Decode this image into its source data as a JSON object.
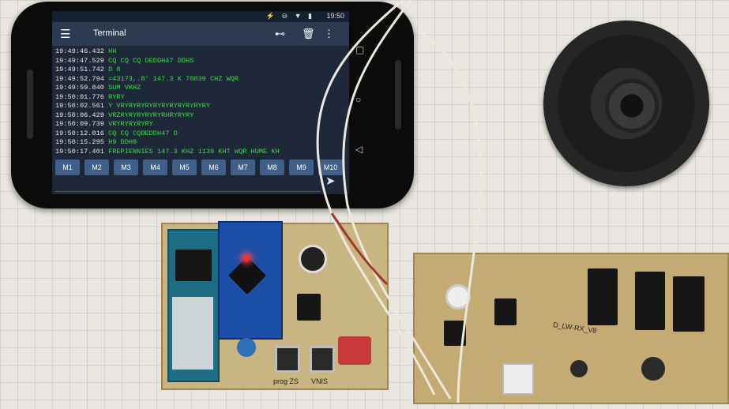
{
  "status": {
    "time": "19:50",
    "icons": "⚡ ⊖ ▼ ▮"
  },
  "app": {
    "title": "Terminal",
    "menu_icon": "menu-icon",
    "connect_icon": "plug-icon",
    "delete_icon": "trash-icon",
    "more_icon": "more-icon"
  },
  "log": [
    {
      "ts": "19:49:46.432",
      "msg": "HH"
    },
    {
      "ts": "19:49:47.529",
      "msg": "CQ CQ CQ DEDDH47 DDHS"
    },
    {
      "ts": "19:49:51.742",
      "msg": "D 8"
    },
    {
      "ts": "19:49:52.794",
      "msg": "=43173,.8'   147.3 K    70839 CHZ  WQR"
    },
    {
      "ts": "19:49:59.840",
      "msg": "SUM VKHZ"
    },
    {
      "ts": "19:50:01.776",
      "msg": "RYRY"
    },
    {
      "ts": "19:50:02.561",
      "msg": "Y VRYRYRYRYRYRYRYRYRYRYRY"
    },
    {
      "ts": "19:50:06.429",
      "msg": "VRZRYRYRYRYRYRHRYRYRY"
    },
    {
      "ts": "19:50:09.739",
      "msg": "VRYRYRYRYRY"
    },
    {
      "ts": "19:50:12.016",
      "msg": "CQ CQ CQDEDDH47 D"
    },
    {
      "ts": "19:50:15.295",
      "msg": "H9 DDH8"
    },
    {
      "ts": "19:50:17.401",
      "msg": "FREPIENNIES   147.3 KHZ    1139 KHT   WQR HUME KH"
    }
  ],
  "macro_keys": [
    "M1",
    "M2",
    "M3",
    "M4",
    "M5",
    "M6",
    "M7",
    "M8",
    "M9",
    "M10"
  ],
  "send_icon": "send-icon",
  "board_labels": {
    "btn_left": "prog ZS",
    "btn_right": "VNIS",
    "right_board": "D_LW-RX_V8"
  },
  "colors": {
    "terminal_bg": "#1e2838",
    "log_text": "#31e241",
    "key_bg": "#3e5f88",
    "led": "#ff2a2a"
  }
}
